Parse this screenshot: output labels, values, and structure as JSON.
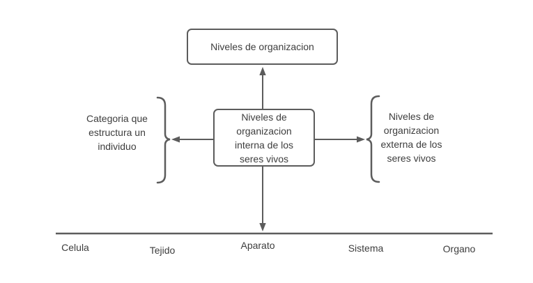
{
  "diagram": {
    "title_box": {
      "label": "Niveles de organizacion"
    },
    "center_box": {
      "label": "Niveles de\norganizacion\ninterna de los\nseres vivos"
    },
    "left_note": {
      "label": "Categoria que\nestructura un\nindividuo"
    },
    "right_note": {
      "label": "Niveles de\norganizacion\nexterna de los\nseres vivos"
    },
    "bottom_labels": [
      "Celula",
      "Tejido",
      "Aparato",
      "Sistema",
      "Organo"
    ],
    "colors": {
      "stroke": "#5c5c5c",
      "text": "#3d3d3d",
      "background": "#ffffff"
    }
  }
}
